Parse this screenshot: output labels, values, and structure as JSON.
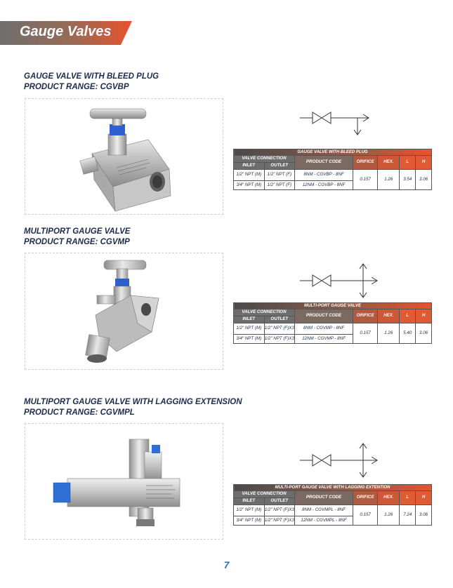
{
  "header": {
    "title": "Gauge Valves"
  },
  "sections": [
    {
      "title": "GAUGE VALVE WITH BLEED PLUG",
      "range": "PRODUCT RANGE: CGVBP",
      "photo_icon": "needle-valve-bleed-plug-photo",
      "table": {
        "caption": "GAUGE VALVE WITH BLEED PLUG",
        "headers": {
          "valve_connection": "VALVE CONNECTION",
          "inlet": "INLET",
          "outlet": "OUTLET",
          "product_code": "PRODUCT CODE",
          "orifice": "ORIFICE",
          "hex": "HEX.",
          "l": "L",
          "h": "H"
        },
        "rows": [
          {
            "inlet": "1/2\" NPT (M)",
            "outlet": "1/2\" NPT (F)",
            "code": "8NM - CGVBP - 8NF"
          },
          {
            "inlet": "3/4\" NPT (M)",
            "outlet": "1/2\" NPT (F)",
            "code": "12NM - CGVBP - 8NF"
          }
        ],
        "orifice": "0.157",
        "hex": "1.26",
        "l": "3.54",
        "h": "3.06"
      }
    },
    {
      "title": "MULTIPORT GAUGE VALVE",
      "range": "PRODUCT RANGE: CGVMP",
      "photo_icon": "multiport-valve-photo",
      "table": {
        "caption": "MULTI-PORT GAUGE VALVE",
        "headers": {
          "valve_connection": "VALVE CONNECTION",
          "inlet": "INLET",
          "outlet": "OUTLET",
          "product_code": "PRODUCT CODE",
          "orifice": "ORIFICE",
          "hex": "HEX.",
          "l": "L",
          "h": "H"
        },
        "rows": [
          {
            "inlet": "1/2\" NPT (M)",
            "outlet": "1/2\" NPT (F)X3",
            "code": "8NM - CGVMP - 8NF"
          },
          {
            "inlet": "3/4\" NPT (M)",
            "outlet": "1/2\" NPT (F)X3",
            "code": "12NM - CGVMP - 8NF"
          }
        ],
        "orifice": "0.157",
        "hex": "1.26",
        "l": "5.40",
        "h": "3.06"
      }
    },
    {
      "title": "MULTIPORT GAUGE VALVE WITH LAGGING EXTENSION",
      "range": "PRODUCT RANGE: CGVMPL",
      "photo_icon": "multiport-lagging-valve-photo",
      "table": {
        "caption": "MULTI-PORT GAUGE VALVE WITH LAGGING EXTENTION",
        "headers": {
          "valve_connection": "VALVE CONNECTION",
          "inlet": "INLET",
          "outlet": "OUTLET",
          "product_code": "PRODUCT CODE",
          "orifice": "ORIFICE",
          "hex": "HEX.",
          "l": "L",
          "h": "H"
        },
        "rows": [
          {
            "inlet": "1/2\" NPT (M)",
            "outlet": "1/2\" NPT (F)X3",
            "code": "8NM - CGVMPL - 8NF"
          },
          {
            "inlet": "3/4\" NPT (M)",
            "outlet": "1/2\" NPT (F)X3",
            "code": "12NM - CGVMPL - 8NF"
          }
        ],
        "orifice": "0.157",
        "hex": "1.26",
        "l": "7.24",
        "h": "3.06"
      }
    }
  ],
  "footer": {
    "page_number": "7"
  },
  "colors": {
    "accent": "#e8532c",
    "heading": "#1d2b4f",
    "page_number": "#2f6fb0",
    "banner_gray": "#7a7a7a"
  }
}
